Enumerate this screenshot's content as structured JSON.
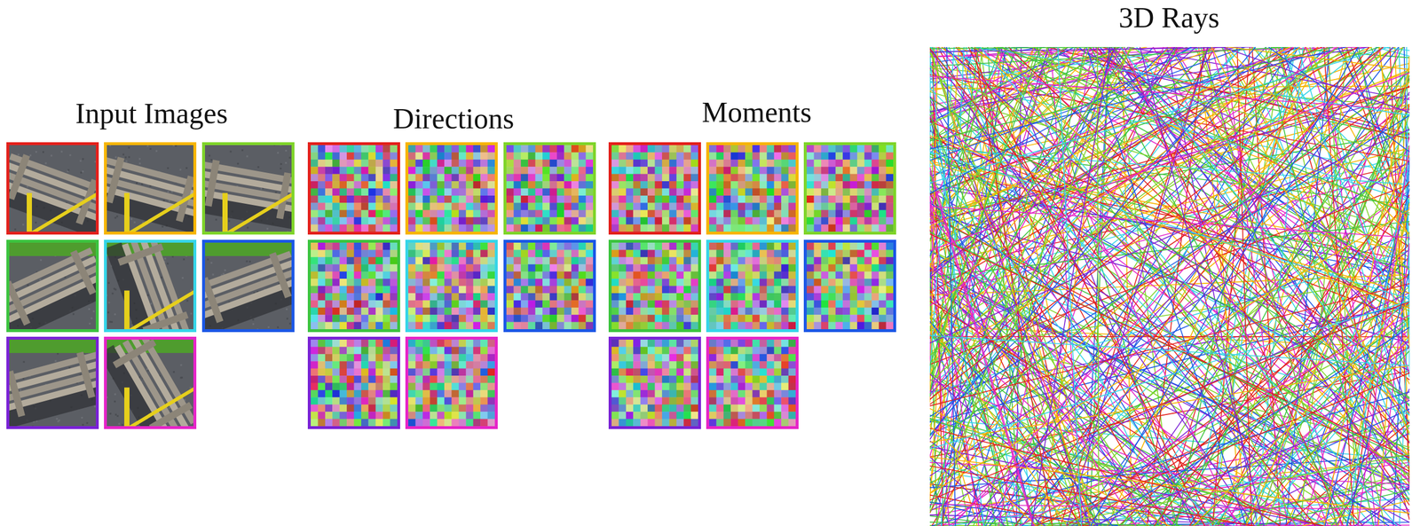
{
  "diagram": {
    "labels": [
      "Input Images",
      "Directions",
      "Moments",
      "3D Rays"
    ]
  }
}
